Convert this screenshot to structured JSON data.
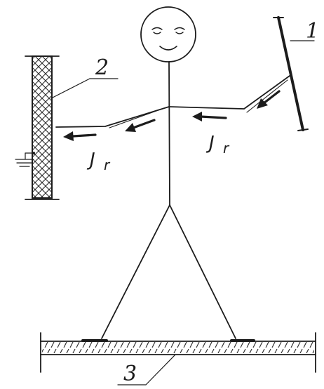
{
  "labels": {
    "object_1": "1",
    "object_2": "2",
    "object_3": "3"
  },
  "current": {
    "symbol": "J",
    "subscript": "r"
  },
  "colors": {
    "ink": "#1c1c1c",
    "paper": "#ffffff"
  },
  "icons": {
    "ground_symbol": "ground-icon"
  }
}
